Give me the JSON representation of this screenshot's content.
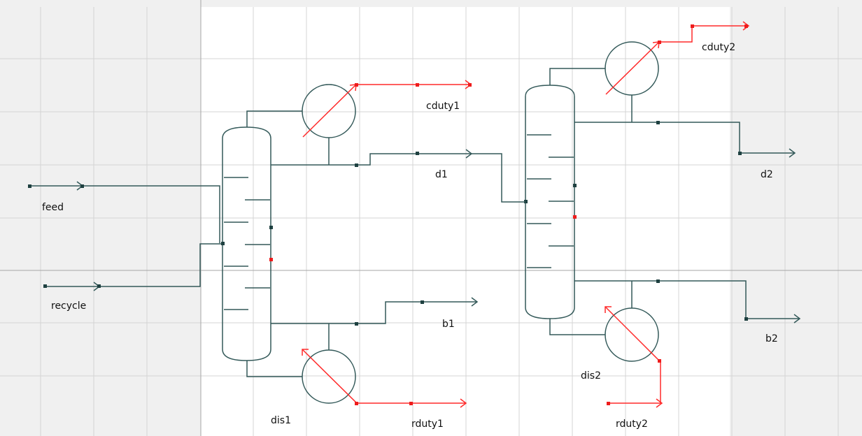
{
  "colors": {
    "canvas_bg": "#ffffff",
    "shaded_region": "#f0f0f0",
    "grid_line": "#d4d4d4",
    "axis_line": "#a6a6a6",
    "stream": "#335959",
    "energy_stream": "#ff2a2a",
    "port": "#1e4040",
    "port_alt": "#ee1c1c"
  },
  "units": {
    "column1": {
      "name": "dis1",
      "type": "distillation-column"
    },
    "column2": {
      "name": "dis2",
      "type": "distillation-column"
    }
  },
  "streams": {
    "feed": "feed",
    "recycle": "recycle",
    "d1": "d1",
    "b1": "b1",
    "d2": "d2",
    "b2": "b2"
  },
  "energy_streams": {
    "cduty1": "cduty1",
    "rduty1": "rduty1",
    "cduty2": "cduty2",
    "rduty2": "rduty2"
  }
}
